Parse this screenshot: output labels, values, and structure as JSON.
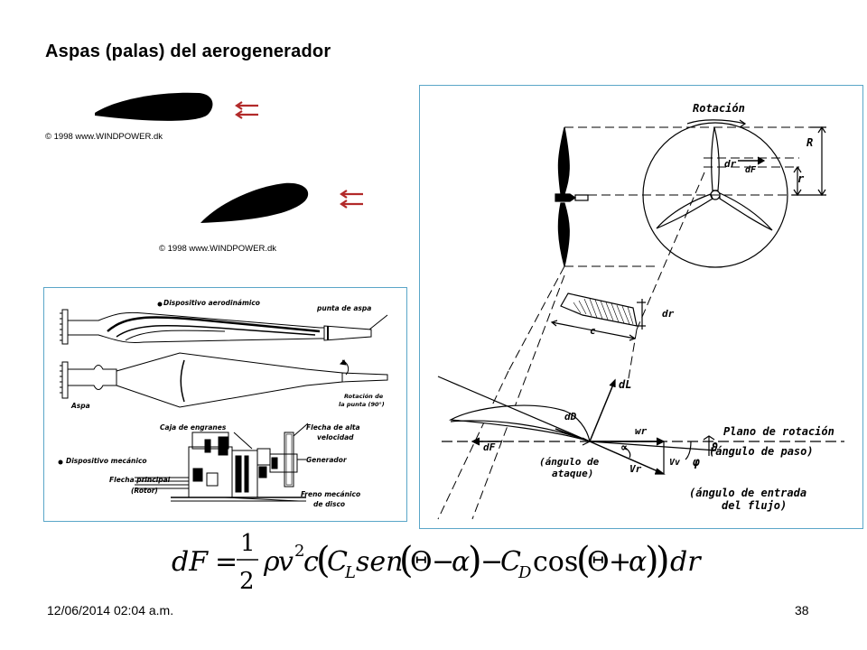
{
  "slide": {
    "title": "Aspas (palas) del aerogenerador",
    "footer_date": "12/06/2014 02:04 a.m.",
    "page_number": "38"
  },
  "airfoils": {
    "copyright_1": "© 1998 www.WINDPOWER.dk",
    "copyright_2": "© 1998 www.WINDPOWER.dk",
    "arrow_color": "#b22a2a"
  },
  "blade_panel": {
    "label_aero": "Dispositivo aerodinámico",
    "label_tip": "punta de aspa",
    "label_blade": "Aspa",
    "label_tip_rotation_1": "Rotación de",
    "label_tip_rotation_2": "la punta (90°)",
    "label_gearbox": "Caja de engranes",
    "label_hs_shaft_1": "Flecha de alta",
    "label_hs_shaft_2": "velocidad",
    "label_mech": "Dispositivo mecánico",
    "label_generator": "Generador",
    "label_main_shaft": "Flecha principal",
    "label_rotor": "(Rotor)",
    "label_brake_1": "Freno mecánico",
    "label_brake_2": "de disco",
    "border_color": "#5aa6c8"
  },
  "rotor_panel": {
    "rotation": "Rotación",
    "R": "R",
    "r": "r",
    "dr_top": "dr",
    "dF_top": "dF",
    "dr_mid": "dr",
    "c": "c",
    "dL": "dL",
    "dD": "dD",
    "wr": "wr",
    "dF_bottom": "dF",
    "plane": "Plano de rotación",
    "pitch": "(ángulo de paso)",
    "theta": "ϑ",
    "attack_1": "(ángulo de",
    "attack_2": "ataque)",
    "Vr": "Vr",
    "Vv": "Vv",
    "phi": "φ",
    "alpha": "∝",
    "inflow_1": "(ángulo de entrada",
    "inflow_2": "del flujo)",
    "border_color": "#5aa6c8"
  },
  "formula": {
    "lhs": "dF",
    "eq": "=",
    "num": "1",
    "den": "2",
    "rho": "ρ",
    "v": "v",
    "sq": "2",
    "c": "c",
    "CL": "C",
    "CL_sub": "L",
    "sen": "sen",
    "theta1": "Θ",
    "minus": "−",
    "alpha1": "α",
    "CD": "C",
    "CD_sub": "D",
    "cos": "cos",
    "theta2": "Θ",
    "plus": "+",
    "alpha2": "α",
    "dr": "dr"
  }
}
